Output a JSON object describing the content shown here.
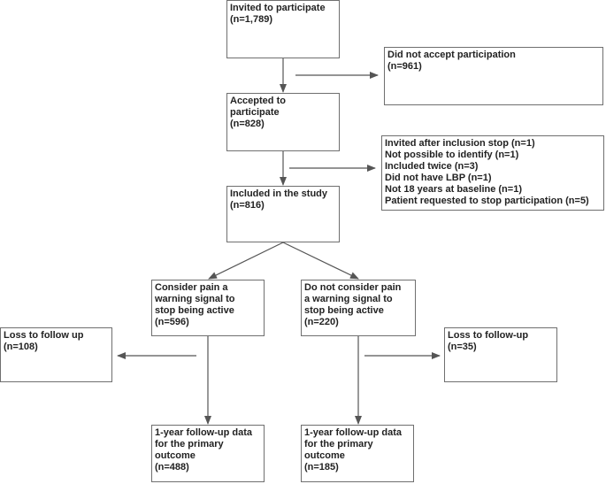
{
  "colors": {
    "box_border": "#6f6f6f",
    "connector": "#555555",
    "text": "#222222"
  },
  "boxes": {
    "invited": {
      "lines": [
        "Invited to participate",
        "(n=1,789)"
      ]
    },
    "not_accepted": {
      "lines": [
        "Did not accept participation",
        "(n=961)"
      ]
    },
    "accepted": {
      "lines": [
        "Accepted to",
        "participate",
        "(n=828)"
      ]
    },
    "exclusions": {
      "lines": [
        "Invited after inclusion stop (n=1)",
        "Not possible to identify (n=1)",
        "Included twice (n=3)",
        "Did not have LBP (n=1)",
        "Not 18 years at baseline (n=1)",
        "Patient requested to stop participation (n=5)"
      ]
    },
    "included": {
      "lines": [
        "Included in the study",
        "(n=816)"
      ]
    },
    "consider_pain": {
      "lines": [
        "Consider pain a",
        "warning signal to",
        "stop being active",
        "(n=596)"
      ]
    },
    "not_consider_pain": {
      "lines": [
        "Do not consider pain",
        "a warning signal to",
        "stop being active",
        "(n=220)"
      ]
    },
    "loss_left": {
      "lines": [
        "Loss to follow up",
        "(n=108)"
      ]
    },
    "loss_right": {
      "lines": [
        "Loss to follow-up",
        "(n=35)"
      ]
    },
    "followup_left": {
      "lines": [
        "1-year follow-up data",
        "for the primary",
        "outcome",
        "(n=488)"
      ]
    },
    "followup_right": {
      "lines": [
        "1-year follow-up data",
        "for the primary",
        "outcome",
        "(n=185)"
      ]
    }
  }
}
